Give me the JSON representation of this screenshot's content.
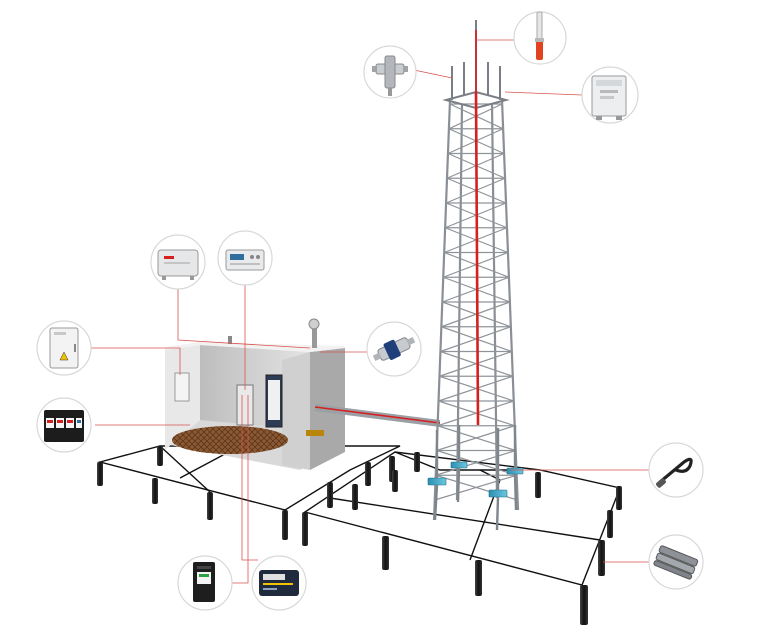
{
  "title": "",
  "colors": {
    "background": "#ffffff",
    "tower_steel": "#8a8f96",
    "down_conductor": "#d62020",
    "callout_line": "#d9534f",
    "ground_wire": "#111111",
    "ground_rod": "#1b1b1b",
    "insulator": "#3aa6c4",
    "mesh": "#7a4a2a",
    "room_wall": "#cfcfcf"
  },
  "callouts": [
    {
      "id": "air-terminal",
      "name": "lightning-rod-air-terminal-icon"
    },
    {
      "id": "feeder-spd",
      "name": "coaxial-feeder-surge-protector-icon"
    },
    {
      "id": "tower-monitor",
      "name": "tower-lightning-monitor-box-icon"
    },
    {
      "id": "power-box",
      "name": "power-distribution-box-icon"
    },
    {
      "id": "control-unit",
      "name": "control-unit-device-icon"
    },
    {
      "id": "dist-cabinet",
      "name": "distribution-cabinet-icon"
    },
    {
      "id": "signal-spd",
      "name": "signal-surge-protector-icon"
    },
    {
      "id": "spd-modules",
      "name": "surge-protector-modules-icon"
    },
    {
      "id": "ground-electrode",
      "name": "grounding-electrode-icon"
    },
    {
      "id": "ground-bar",
      "name": "grounding-bar-icon"
    },
    {
      "id": "din-spd",
      "name": "din-rail-spd-icon"
    },
    {
      "id": "spd-box",
      "name": "surge-protection-box-icon"
    }
  ]
}
